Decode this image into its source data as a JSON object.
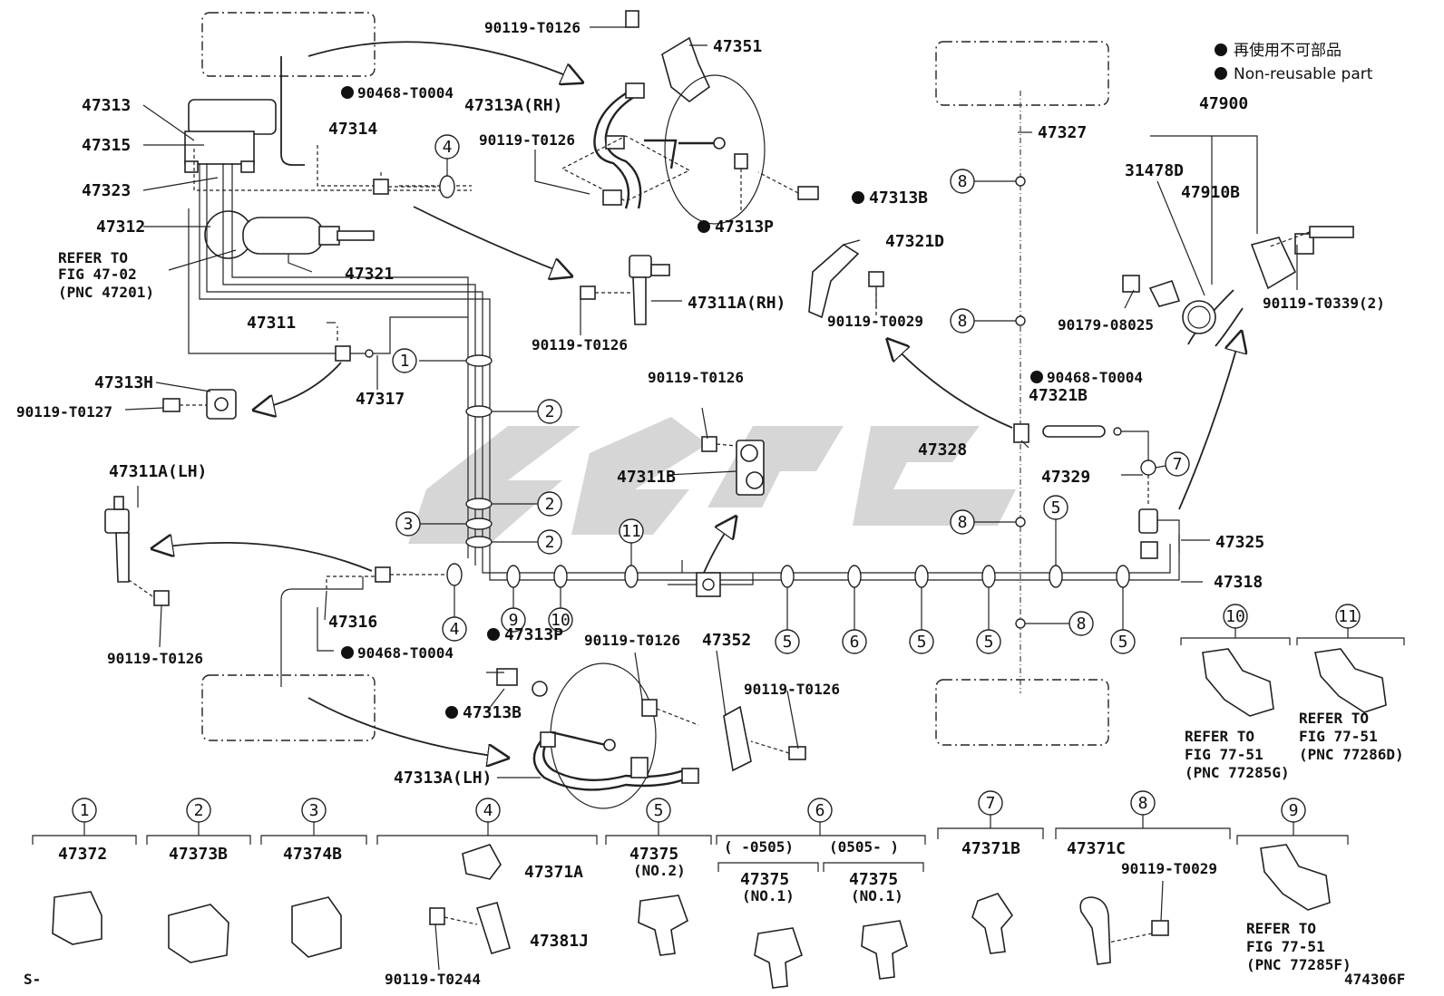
{
  "legend": {
    "jp": "再使用不可部品",
    "en": "Non-reusable part"
  },
  "figure_code": "474306F",
  "corner_mark": "S-",
  "labels": {
    "p90119_T0126_top": "90119-T0126",
    "p47351": "47351",
    "p90468_T0004_top": "90468-T0004",
    "p47313": "47313",
    "p47315": "47315",
    "p47323": "47323",
    "p47312": "47312",
    "refer_fig_47_02_a": "REFER TO",
    "refer_fig_47_02_b": "FIG 47-02",
    "refer_fig_47_02_c": "(PNC 47201)",
    "p47314": "47314",
    "p47313A_RH": "47313A(RH)",
    "p90119_T0126_rh": "90119-T0126",
    "p47313B_top": "47313B",
    "p47313P_top": "47313P",
    "p47321": "47321",
    "p47311A_RH": "47311A(RH)",
    "p90119_T0126_rh2": "90119-T0126",
    "p47311": "47311",
    "p47313H": "47313H",
    "p90119_T0127": "90119-T0127",
    "p47317": "47317",
    "p47327": "47327",
    "p47321D": "47321D",
    "p90119_T0029_mid": "90119-T0029",
    "p47900": "47900",
    "p31478D": "31478D",
    "p47910B": "47910B",
    "p90179_08025": "90179-08025",
    "p90119_T0339": "90119-T0339(2)",
    "p90468_T0004_mid": "90468-T0004",
    "p47321B": "47321B",
    "p47328": "47328",
    "p47329": "47329",
    "p47325": "47325",
    "p47318": "47318",
    "p90119_T0126_mid": "90119-T0126",
    "p47311B": "47311B",
    "p47311A_LH": "47311A(LH)",
    "p90119_T0126_lh": "90119-T0126",
    "p47316": "47316",
    "p90468_T0004_bot": "90468-T0004",
    "p47313P_bot": "47313P",
    "p47313B_bot": "47313B",
    "p90119_T0126_bot": "90119-T0126",
    "p47352": "47352",
    "p90119_T0126_bot2": "90119-T0126",
    "p47313A_LH": "47313A(LH)",
    "ref10_a": "REFER TO",
    "ref10_b": "FIG 77-51",
    "ref10_c": "(PNC 77285G)",
    "ref11_a": "REFER TO",
    "ref11_b": "FIG 77-51",
    "ref11_c": "(PNC 77286D)"
  },
  "key_table": [
    {
      "num": "1",
      "part": "47372"
    },
    {
      "num": "2",
      "part": "47373B"
    },
    {
      "num": "3",
      "part": "47374B"
    },
    {
      "num": "4",
      "part": "47371A",
      "part2": "47381J",
      "part3": "90119-T0244"
    },
    {
      "num": "5",
      "part": "47375",
      "note": "(NO.2)"
    },
    {
      "num": "6",
      "range_a": "(     -0505)",
      "range_b": "(0505-     )",
      "part_a": "47375",
      "note_a": "(NO.1)",
      "part_b": "47375",
      "note_b": "(NO.1)"
    },
    {
      "num": "7",
      "part": "47371B"
    },
    {
      "num": "8",
      "part": "47371C",
      "part2": "90119-T0029"
    },
    {
      "num": "9",
      "ref_a": "REFER TO",
      "ref_b": "FIG 77-51",
      "ref_c": "(PNC 77285F)"
    }
  ],
  "callouts": {
    "c1": "1",
    "c2a": "2",
    "c2b": "2",
    "c2c": "2",
    "c3": "3",
    "c4a": "4",
    "c4b": "4",
    "c5a": "5",
    "c5b": "5",
    "c5c": "5",
    "c5d": "5",
    "c5e": "5",
    "c6": "6",
    "c7": "7",
    "c8a": "8",
    "c8b": "8",
    "c8c": "8",
    "c8d": "8",
    "c9": "9",
    "c10": "10",
    "c11": "11",
    "c10h": "10",
    "c11h": "11"
  }
}
